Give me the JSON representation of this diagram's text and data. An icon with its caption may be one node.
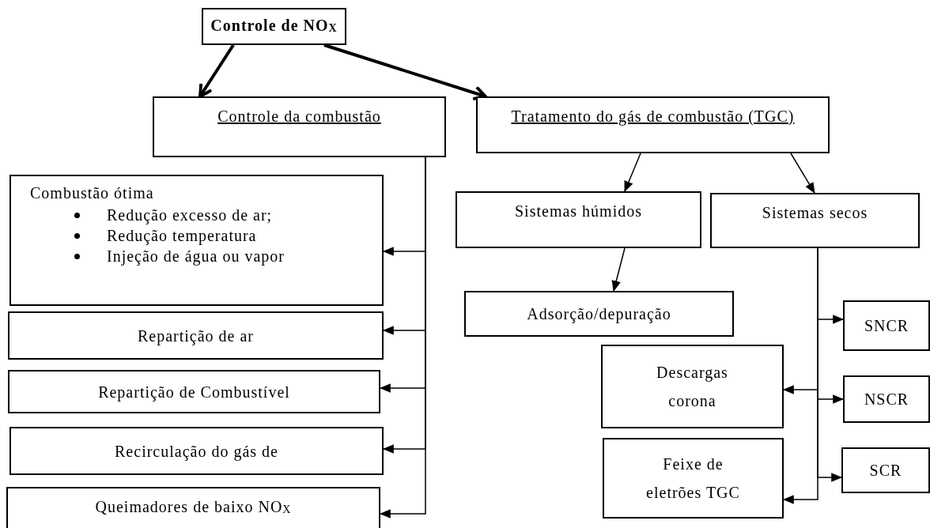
{
  "diagram": {
    "nodes": [
      {
        "text": [
          "Controle de NO$_{X}$"
        ]
      },
      {
        "text": [
          "Controle da combustão"
        ]
      },
      {
        "text": [
          "Tratamento do gás de combustão (TGC)"
        ]
      },
      {
        "text": [
          "Combustão ótima",
          "Redução excesso de ar;",
          "Redução temperatura",
          "Injeção de água ou vapor"
        ]
      },
      {
        "text": [
          "Repartição de ar"
        ]
      },
      {
        "text": [
          "Repartição de Combustível"
        ]
      },
      {
        "text": [
          "Recirculação do gás de"
        ]
      },
      {
        "text": [
          "Queimadores de baixo NO$_{X}$"
        ]
      },
      {
        "text": [
          "Sistemas húmidos"
        ]
      },
      {
        "text": [
          "Sistemas secos"
        ]
      },
      {
        "text": [
          "Adsorção/depuração"
        ]
      },
      {
        "text": [
          "SNCR"
        ]
      },
      {
        "text": [
          "Descargas corona"
        ]
      },
      {
        "text": [
          "NSCR"
        ]
      },
      {
        "text": [
          "Feixe de eletrões TGC"
        ]
      },
      {
        "text": [
          "SCR"
        ]
      }
    ],
    "edges": [
      {
        "from": 0,
        "to": 1,
        "arrow": "to",
        "style": "thick"
      },
      {
        "from": 0,
        "to": 2,
        "arrow": "to",
        "style": "thick"
      },
      {
        "from": 1,
        "to": 3,
        "arrow": "to"
      },
      {
        "from": 1,
        "to": 4,
        "arrow": "to"
      },
      {
        "from": 1,
        "to": 5,
        "arrow": "to"
      },
      {
        "from": 1,
        "to": 6,
        "arrow": "to"
      },
      {
        "from": 1,
        "to": 7,
        "arrow": "to"
      },
      {
        "from": 2,
        "to": 8,
        "arrow": "to"
      },
      {
        "from": 2,
        "to": 9,
        "arrow": "to"
      },
      {
        "from": 8,
        "to": 10,
        "arrow": "to"
      },
      {
        "from": 9,
        "to": 11,
        "arrow": "to"
      },
      {
        "from": 9,
        "to": 12,
        "arrow": "to"
      },
      {
        "from": 9,
        "to": 13,
        "arrow": "to"
      },
      {
        "from": 9,
        "to": 14,
        "arrow": "to"
      },
      {
        "from": 9,
        "to": 15,
        "arrow": "to"
      }
    ]
  }
}
